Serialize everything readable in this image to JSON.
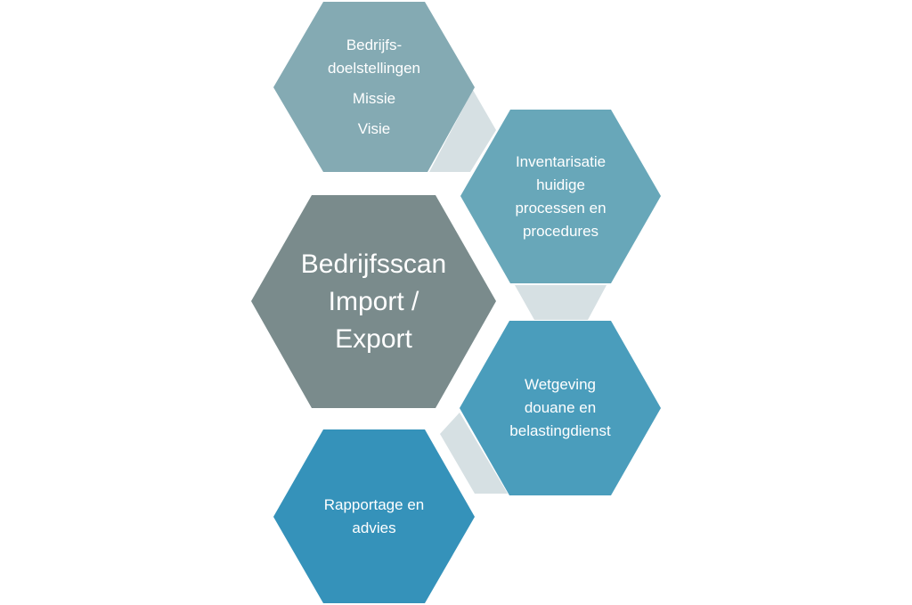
{
  "diagram": {
    "title": "Bedrijfsscan Import / Export",
    "colors": {
      "center": "#7A8B8C",
      "hex1": "#84AAB3",
      "hex2": "#68A7B9",
      "hex3": "#4A9DBC",
      "hex4": "#3592BA",
      "connector": "#D6E0E3",
      "text": "#FFFFFF"
    },
    "center": {
      "lines": [
        "Bedrijfsscan",
        "Import /",
        "Export"
      ]
    },
    "steps": [
      {
        "id": "doelstellingen",
        "lines": [
          "Bedrijfs-",
          "doelstellingen"
        ],
        "extra": [
          "Missie",
          "Visie"
        ]
      },
      {
        "id": "inventarisatie",
        "lines": [
          "Inventarisatie",
          "huidige",
          "processen en",
          "procedures"
        ]
      },
      {
        "id": "wetgeving",
        "lines": [
          "Wetgeving",
          "douane en",
          "belastingdienst"
        ]
      },
      {
        "id": "rapportage",
        "lines": [
          "Rapportage en",
          "advies"
        ]
      }
    ]
  }
}
